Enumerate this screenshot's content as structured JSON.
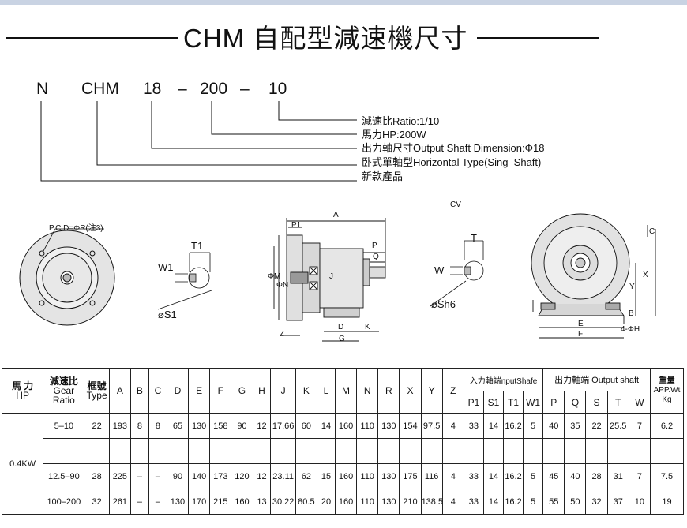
{
  "title": "CHM 自配型減速機尺寸",
  "model_code": {
    "parts": [
      "N",
      "CHM",
      "18",
      "–",
      "200",
      "–",
      "10"
    ]
  },
  "legend": [
    "減速比Ratio:1/10",
    "馬力HP:200W",
    "出力軸尺寸Output Shaft Dimension:Φ18",
    "卧式單軸型Horizontal Type(Sing–Shaft)",
    "新款產品"
  ],
  "diagram_labels": {
    "pcd": "P.C.D=ΦR(注3)",
    "t1": "T1",
    "w1": "W1",
    "s1": "⌀S1",
    "a": "A",
    "p1": "P1",
    "p": "P",
    "q": "Q",
    "j": "J",
    "m": "ΦM",
    "n": "ΦN",
    "z": "Z",
    "d": "D",
    "k": "K",
    "g": "G",
    "cv": "CV",
    "t": "T",
    "w": "W",
    "sh6": "⌀Sh6",
    "c": "C",
    "x": "X",
    "y": "Y",
    "b": "B",
    "e": "E",
    "f": "F",
    "h": "4-ΦH"
  },
  "table": {
    "header_top": {
      "hp": [
        "馬 力",
        "HP"
      ],
      "ratio": [
        "減速比",
        "Gear",
        "Ratio"
      ],
      "type": [
        "框號",
        "Type"
      ],
      "cols": [
        "A",
        "B",
        "C",
        "D",
        "E",
        "F",
        "G",
        "H",
        "J",
        "K",
        "L",
        "M",
        "N",
        "R",
        "X",
        "Y",
        "Z"
      ],
      "input_group": "入力軸端nputShafe",
      "output_group": "出力軸端 Output shaft",
      "weight": [
        "重量",
        "APP.Wt",
        "Kg"
      ]
    },
    "header_sub": [
      "P1",
      "S1",
      "T1",
      "W1",
      "P",
      "Q",
      "S",
      "T",
      "W"
    ],
    "hp_value": "0.4KW",
    "rows": [
      [
        "5–10",
        "22",
        "193",
        "8",
        "8",
        "65",
        "130",
        "158",
        "90",
        "12",
        "17.66",
        "60",
        "14",
        "160",
        "110",
        "130",
        "154",
        "97.5",
        "4",
        "33",
        "14",
        "16.2",
        "5",
        "40",
        "35",
        "22",
        "25.5",
        "7",
        "6.2"
      ],
      [
        "12.5–90",
        "28",
        "225",
        "–",
        "–",
        "90",
        "140",
        "173",
        "120",
        "12",
        "23.11",
        "62",
        "15",
        "160",
        "110",
        "130",
        "175",
        "116",
        "4",
        "33",
        "14",
        "16.2",
        "5",
        "45",
        "40",
        "28",
        "31",
        "7",
        "7.5"
      ],
      [
        "100–200",
        "32",
        "261",
        "–",
        "–",
        "130",
        "170",
        "215",
        "160",
        "13",
        "30.22",
        "80.5",
        "20",
        "160",
        "110",
        "130",
        "210",
        "138.5",
        "4",
        "33",
        "14",
        "16.2",
        "5",
        "55",
        "50",
        "32",
        "37",
        "10",
        "19"
      ]
    ]
  }
}
